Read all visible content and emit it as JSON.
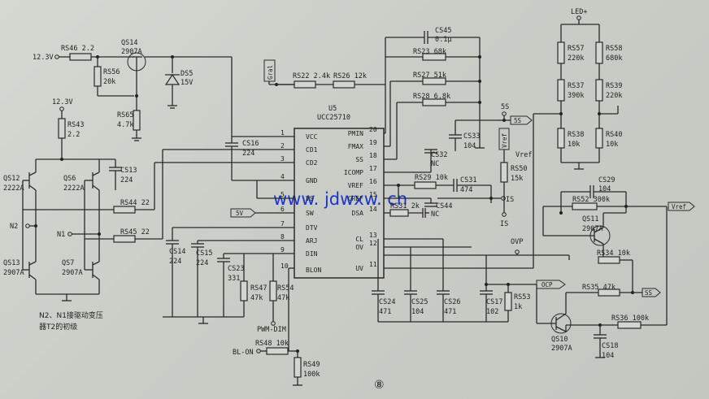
{
  "watermark": "www. jdwxw. cn",
  "page_number": "⑧",
  "ic": {
    "ref": "U5",
    "part": "UCC25710",
    "left_pins": [
      {
        "num": "1",
        "name": "VCC"
      },
      {
        "num": "2",
        "name": "CD1"
      },
      {
        "num": "3",
        "name": "CD2"
      },
      {
        "num": "4",
        "name": "GND"
      },
      {
        "num": "5",
        "name": "VS"
      },
      {
        "num": "6",
        "name": "SW"
      },
      {
        "num": "7",
        "name": "DTV"
      },
      {
        "num": "8",
        "name": "ARJ"
      },
      {
        "num": "9",
        "name": "DIN"
      },
      {
        "num": "10",
        "name": "BLON"
      }
    ],
    "right_pins": [
      {
        "num": "20",
        "name": "PMIN"
      },
      {
        "num": "19",
        "name": "FMAX"
      },
      {
        "num": "18",
        "name": "SS"
      },
      {
        "num": "17",
        "name": "ICOMP"
      },
      {
        "num": "16",
        "name": "VREF"
      },
      {
        "num": "15",
        "name": "CREF"
      },
      {
        "num": "14",
        "name": "DSA"
      },
      {
        "num": "13",
        "name": "CL"
      },
      {
        "num": "12",
        "name": "OV"
      },
      {
        "num": "11",
        "name": "UV"
      }
    ]
  },
  "resistors": {
    "rs46": "RS46 2.2",
    "rs56": "RS56",
    "rs56v": "20k",
    "rs65": "RS65",
    "rs65v": "4.7k",
    "rs43": "RS43",
    "rs43v": "2.2",
    "rs22": "RS22 2.4k",
    "rs26": "RS26 12k",
    "rs23": "RS23 68k",
    "rs27": "RS27 51k",
    "rs28": "RS28 6.8k",
    "rs29": "RS29 10k",
    "rs31": "RS31 2k",
    "rs44": "RS44 22",
    "rs45": "RS45 22",
    "rs47": "RS47",
    "rs47v": "47k",
    "rs54": "RS54",
    "rs54v": "47k",
    "rs48": "RS48 10k",
    "rs49": "RS49",
    "rs49v": "100k",
    "rs50": "RS50",
    "rs50v": "15k",
    "rs53": "RS53",
    "rs53v": "1k",
    "rs57": "RS57",
    "rs57v": "220k",
    "rs58": "RS58",
    "rs58v": "680k",
    "rs37": "RS37",
    "rs37v": "390k",
    "rs39": "RS39",
    "rs39v": "220k",
    "rs38": "RS38",
    "rs38v": "10k",
    "rs40": "RS40",
    "rs40v": "10k",
    "rs52": "RS52 300k",
    "rs34": "RS34 10k",
    "rs35": "RS35 47k",
    "rs36": "RS36 100k"
  },
  "capacitors": {
    "cs45": "CS45",
    "cs45v": "0.1μ",
    "cs16": "CS16",
    "cs16v": "224",
    "cs13": "CS13",
    "cs13v": "224",
    "cs14": "CS14",
    "cs14v": "224",
    "cs15": "CS15",
    "cs15v": "224",
    "cs23": "CS23",
    "cs23v": "331",
    "cs33": "CS33",
    "cs33v": "104",
    "cs32": "CS32",
    "cs32v": "NC",
    "cs31": "CS31",
    "cs31v": "474",
    "cs44": "CS44",
    "cs44v": "NC",
    "cs24": "CS24",
    "cs24v": "471",
    "cs25": "CS25",
    "cs25v": "104",
    "cs26": "CS26",
    "cs26v": "471",
    "cs17": "CS17",
    "cs17v": "102",
    "cs29": "CS29",
    "cs29v": "104",
    "cs18": "CS18",
    "cs18v": "104"
  },
  "transistors": {
    "qs14": "QS14",
    "qs14v": "2907A",
    "qs12": "QS12",
    "qs12v": "2222A",
    "qs6": "QS6",
    "qs6v": "2222A",
    "qs13": "QS13",
    "qs13v": "2907A",
    "qs7": "QS7",
    "qs7v": "2907A",
    "qs11": "QS11",
    "qs11v": "2907A",
    "qs10": "QS10",
    "qs10v": "2907A"
  },
  "diode": {
    "ref": "DS5",
    "value": "15V"
  },
  "nets": {
    "v12_top": "12.3V",
    "v12_mid": "12.3V",
    "gral": "Gral",
    "v5": "5V",
    "n2": "N2",
    "n1": "N1",
    "s5": "5S",
    "s5tag": "5S",
    "vref_tag": "Vref",
    "vref_label": "Vref",
    "is1": "IS",
    "is2": "IS",
    "ovp": "OVP",
    "ocp": "OCP",
    "ss": "SS",
    "vref_right": "Vref",
    "led": "LED+",
    "pwm": "PWM-DIM",
    "blon": "BL-ON"
  },
  "notes": {
    "transformer_line1": "N2、N1接驱动变压",
    "transformer_line2": "器T2的初级"
  }
}
